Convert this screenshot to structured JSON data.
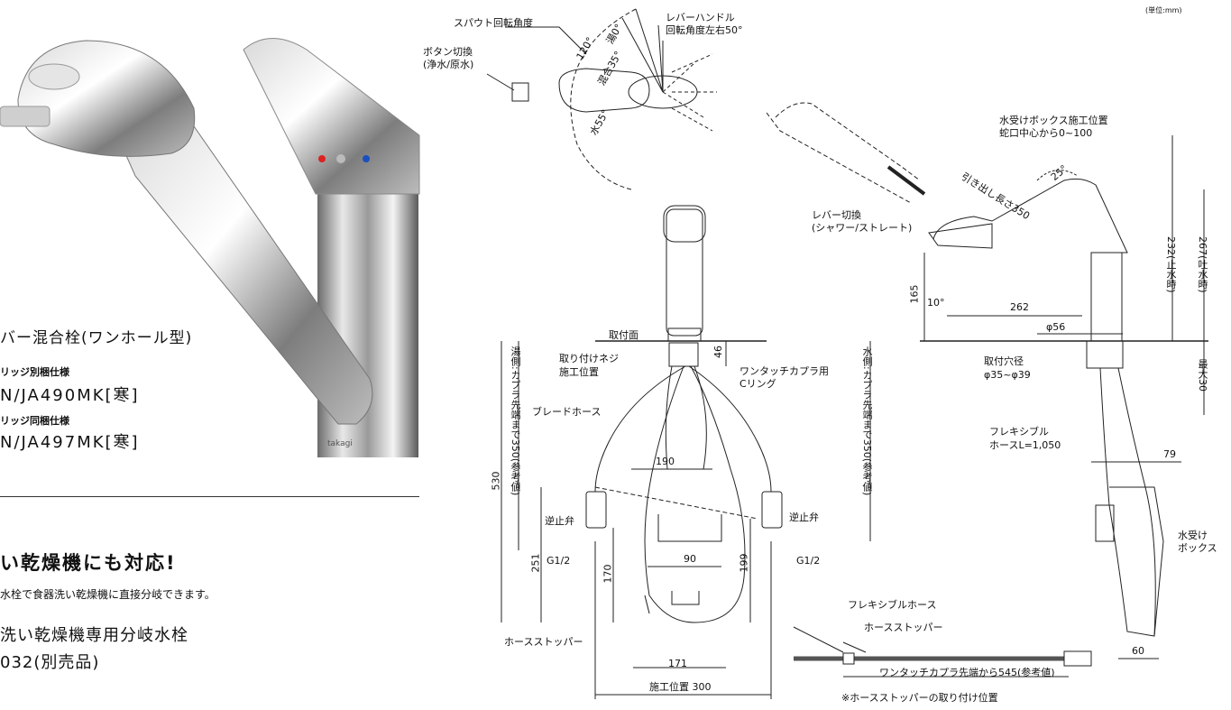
{
  "unit_note": "(単位:mm)",
  "left_panel": {
    "product_title": "バー混合栓(ワンホール型)",
    "variant1_label": "リッジ別梱仕様",
    "variant1_model": "N/JA490MK[寒]",
    "variant2_label": "リッジ同梱仕様",
    "variant2_model": "N/JA497MK[寒]",
    "brand_mark": "takagi",
    "dishwasher_heading": "い乾燥機にも対応!",
    "dishwasher_desc": "水栓で食器洗い乾燥機に直接分岐できます。",
    "accessory_line1": "洗い乾燥機専用分岐水栓",
    "accessory_line2": "032(別売品)"
  },
  "top_view": {
    "spout_angle_label": "スパウト回転角度",
    "lever_label_line1": "レバーハンドル",
    "lever_label_line2": "回転角度左右50°",
    "button_label_line1": "ボタン切換",
    "button_label_line2": "(浄水/原水)",
    "angle_120": "120°",
    "angle_yu": "湯0°",
    "angle_mix": "混合35°",
    "angle_water": "水55°"
  },
  "front_view": {
    "mount_surface": "取付面",
    "dim_46": "46",
    "screw_line1": "取り付けネジ",
    "screw_line2": "施工位置",
    "coupler_line1": "ワンタッチカプラ用",
    "coupler_line2": "Cリング",
    "braided_hose": "ブレードホース",
    "dim_530": "530",
    "hot_side": "湯側:カプラ先端まで350(参考値)",
    "cold_side": "水側:カプラ先端まで350(参考値)",
    "dim_190": "190",
    "check_valve_left": "逆止弁",
    "check_valve_right": "逆止弁",
    "g_left": "G1/2",
    "g_right": "G1/2",
    "dim_251": "251",
    "dim_170": "170",
    "dim_90": "90",
    "dim_199": "199",
    "hose_stopper": "ホースストッパー",
    "dim_171": "171",
    "install_position": "施工位置 300"
  },
  "side_view": {
    "box_pos_line1": "水受けボックス施工位置",
    "box_pos_line2": "蛇口中心から0~100",
    "pull_length": "引き出し長さ350",
    "angle_25": "25°",
    "lever_switch_line1": "レバー切換",
    "lever_switch_line2": "(シャワー/ストレート)",
    "dim_165": "165",
    "angle_10": "10°",
    "dim_262": "262",
    "dim_phi56": "φ56",
    "dim_232": "232(止水時)",
    "dim_267": "267(吐水時)",
    "hole_line1": "取付穴径",
    "hole_line2": "φ35~φ39",
    "max30": "最大30",
    "flex_line1": "フレキシブル",
    "flex_line2": "ホースL=1,050",
    "dim_79": "79",
    "box_label_line1": "水受け",
    "box_label_line2": "ボックス",
    "dim_60": "60"
  },
  "hose_detail": {
    "flex_hose": "フレキシブルホース",
    "hose_stopper": "ホースストッパー",
    "coupler_tip": "ワンタッチカプラ先端から545(参考値)",
    "stopper_note": "※ホースストッパーの取り付け位置"
  }
}
